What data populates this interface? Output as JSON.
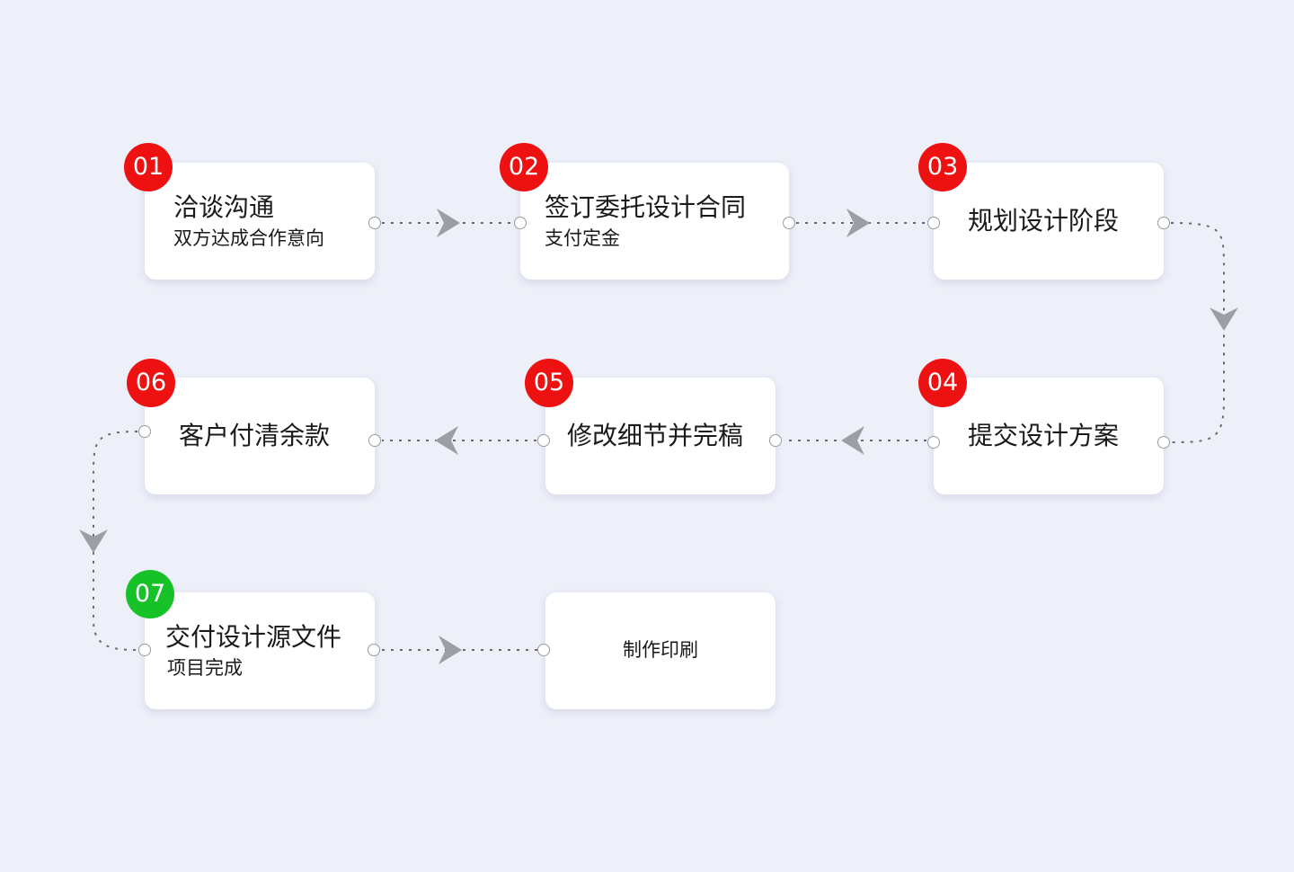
{
  "colors": {
    "background": "#eef0f9",
    "card": "#ffffff",
    "badge_active": "#ee1111",
    "badge_final": "#17c229",
    "connector": "#6a6a72",
    "arrow": "#9d9da5"
  },
  "steps": [
    {
      "num": "01",
      "title": "洽谈沟通",
      "sub": "双方达成合作意向"
    },
    {
      "num": "02",
      "title": "签订委托设计合同",
      "sub": "支付定金"
    },
    {
      "num": "03",
      "title": "规划设计阶段"
    },
    {
      "num": "04",
      "title": "提交设计方案"
    },
    {
      "num": "05",
      "title": "修改细节并完稿"
    },
    {
      "num": "06",
      "title": "客户付清余款"
    },
    {
      "num": "07",
      "title": "交付设计源文件",
      "sub": "项目完成"
    },
    {
      "title": "制作印刷"
    }
  ]
}
